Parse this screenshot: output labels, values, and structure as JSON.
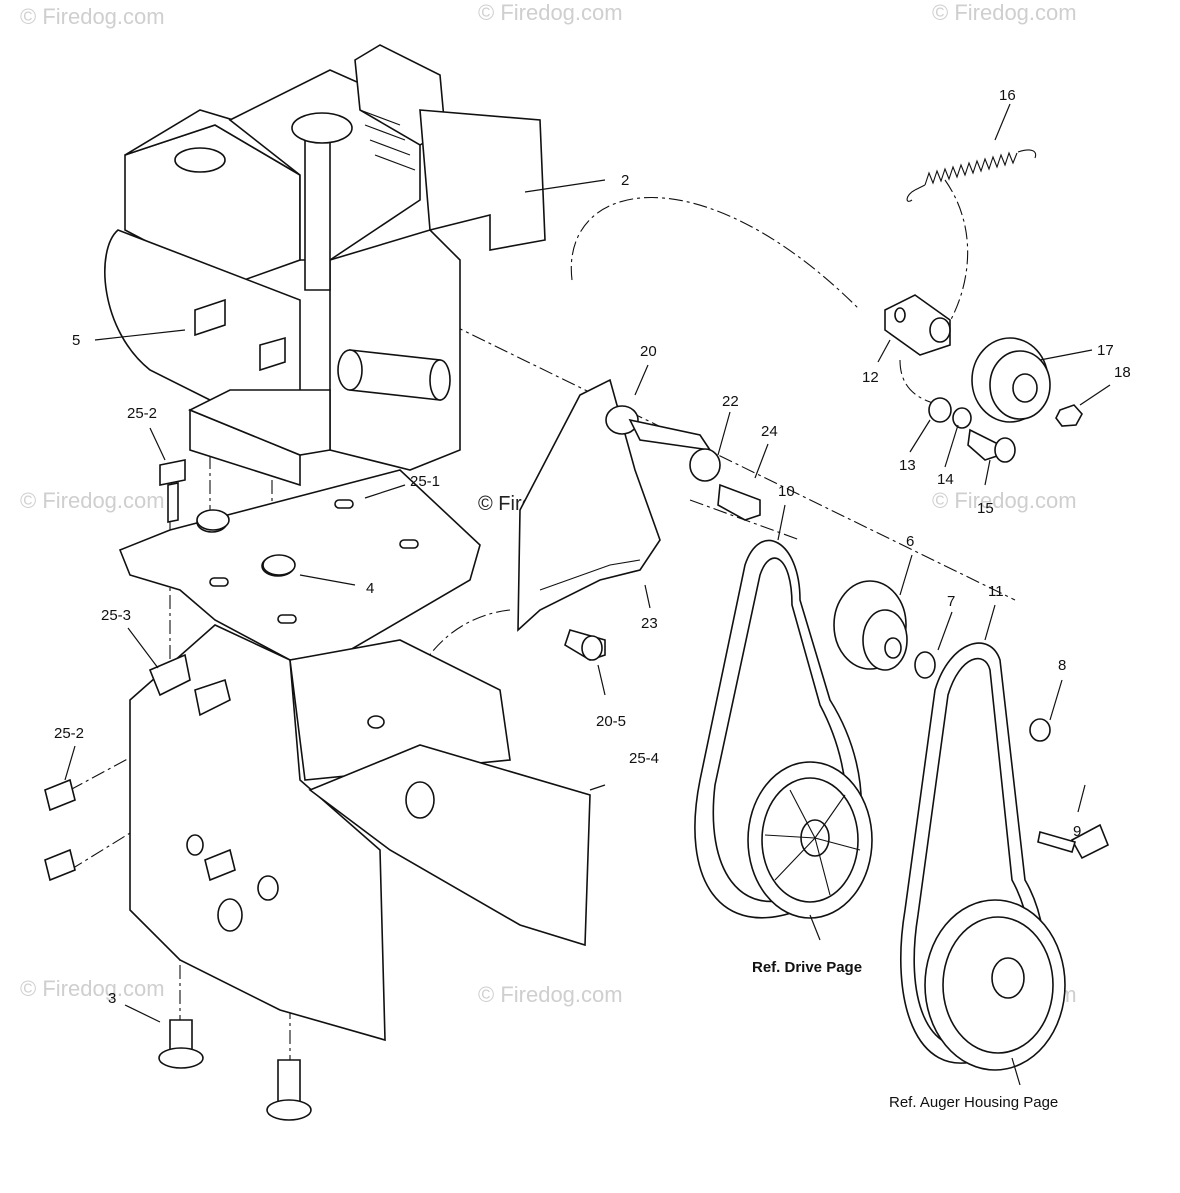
{
  "watermark": "© Firedog.com",
  "callouts": {
    "c2": "2",
    "c3": "3",
    "c4": "4",
    "c5": "5",
    "c6": "6",
    "c7": "7",
    "c8": "8",
    "c9": "9",
    "c10": "10",
    "c11": "11",
    "c12": "12",
    "c13": "13",
    "c14": "14",
    "c15": "15",
    "c16": "16",
    "c17": "17",
    "c18": "18",
    "c20": "20",
    "c22": "22",
    "c23": "23",
    "c24": "24",
    "c20_5": "20-5",
    "c25_1": "25-1",
    "c25_2a": "25-2",
    "c25_2b": "25-2",
    "c25_3": "25-3",
    "c25_4": "25-4"
  },
  "references": {
    "drive": "Ref. Drive Page",
    "auger": "Ref. Auger Housing Page"
  }
}
